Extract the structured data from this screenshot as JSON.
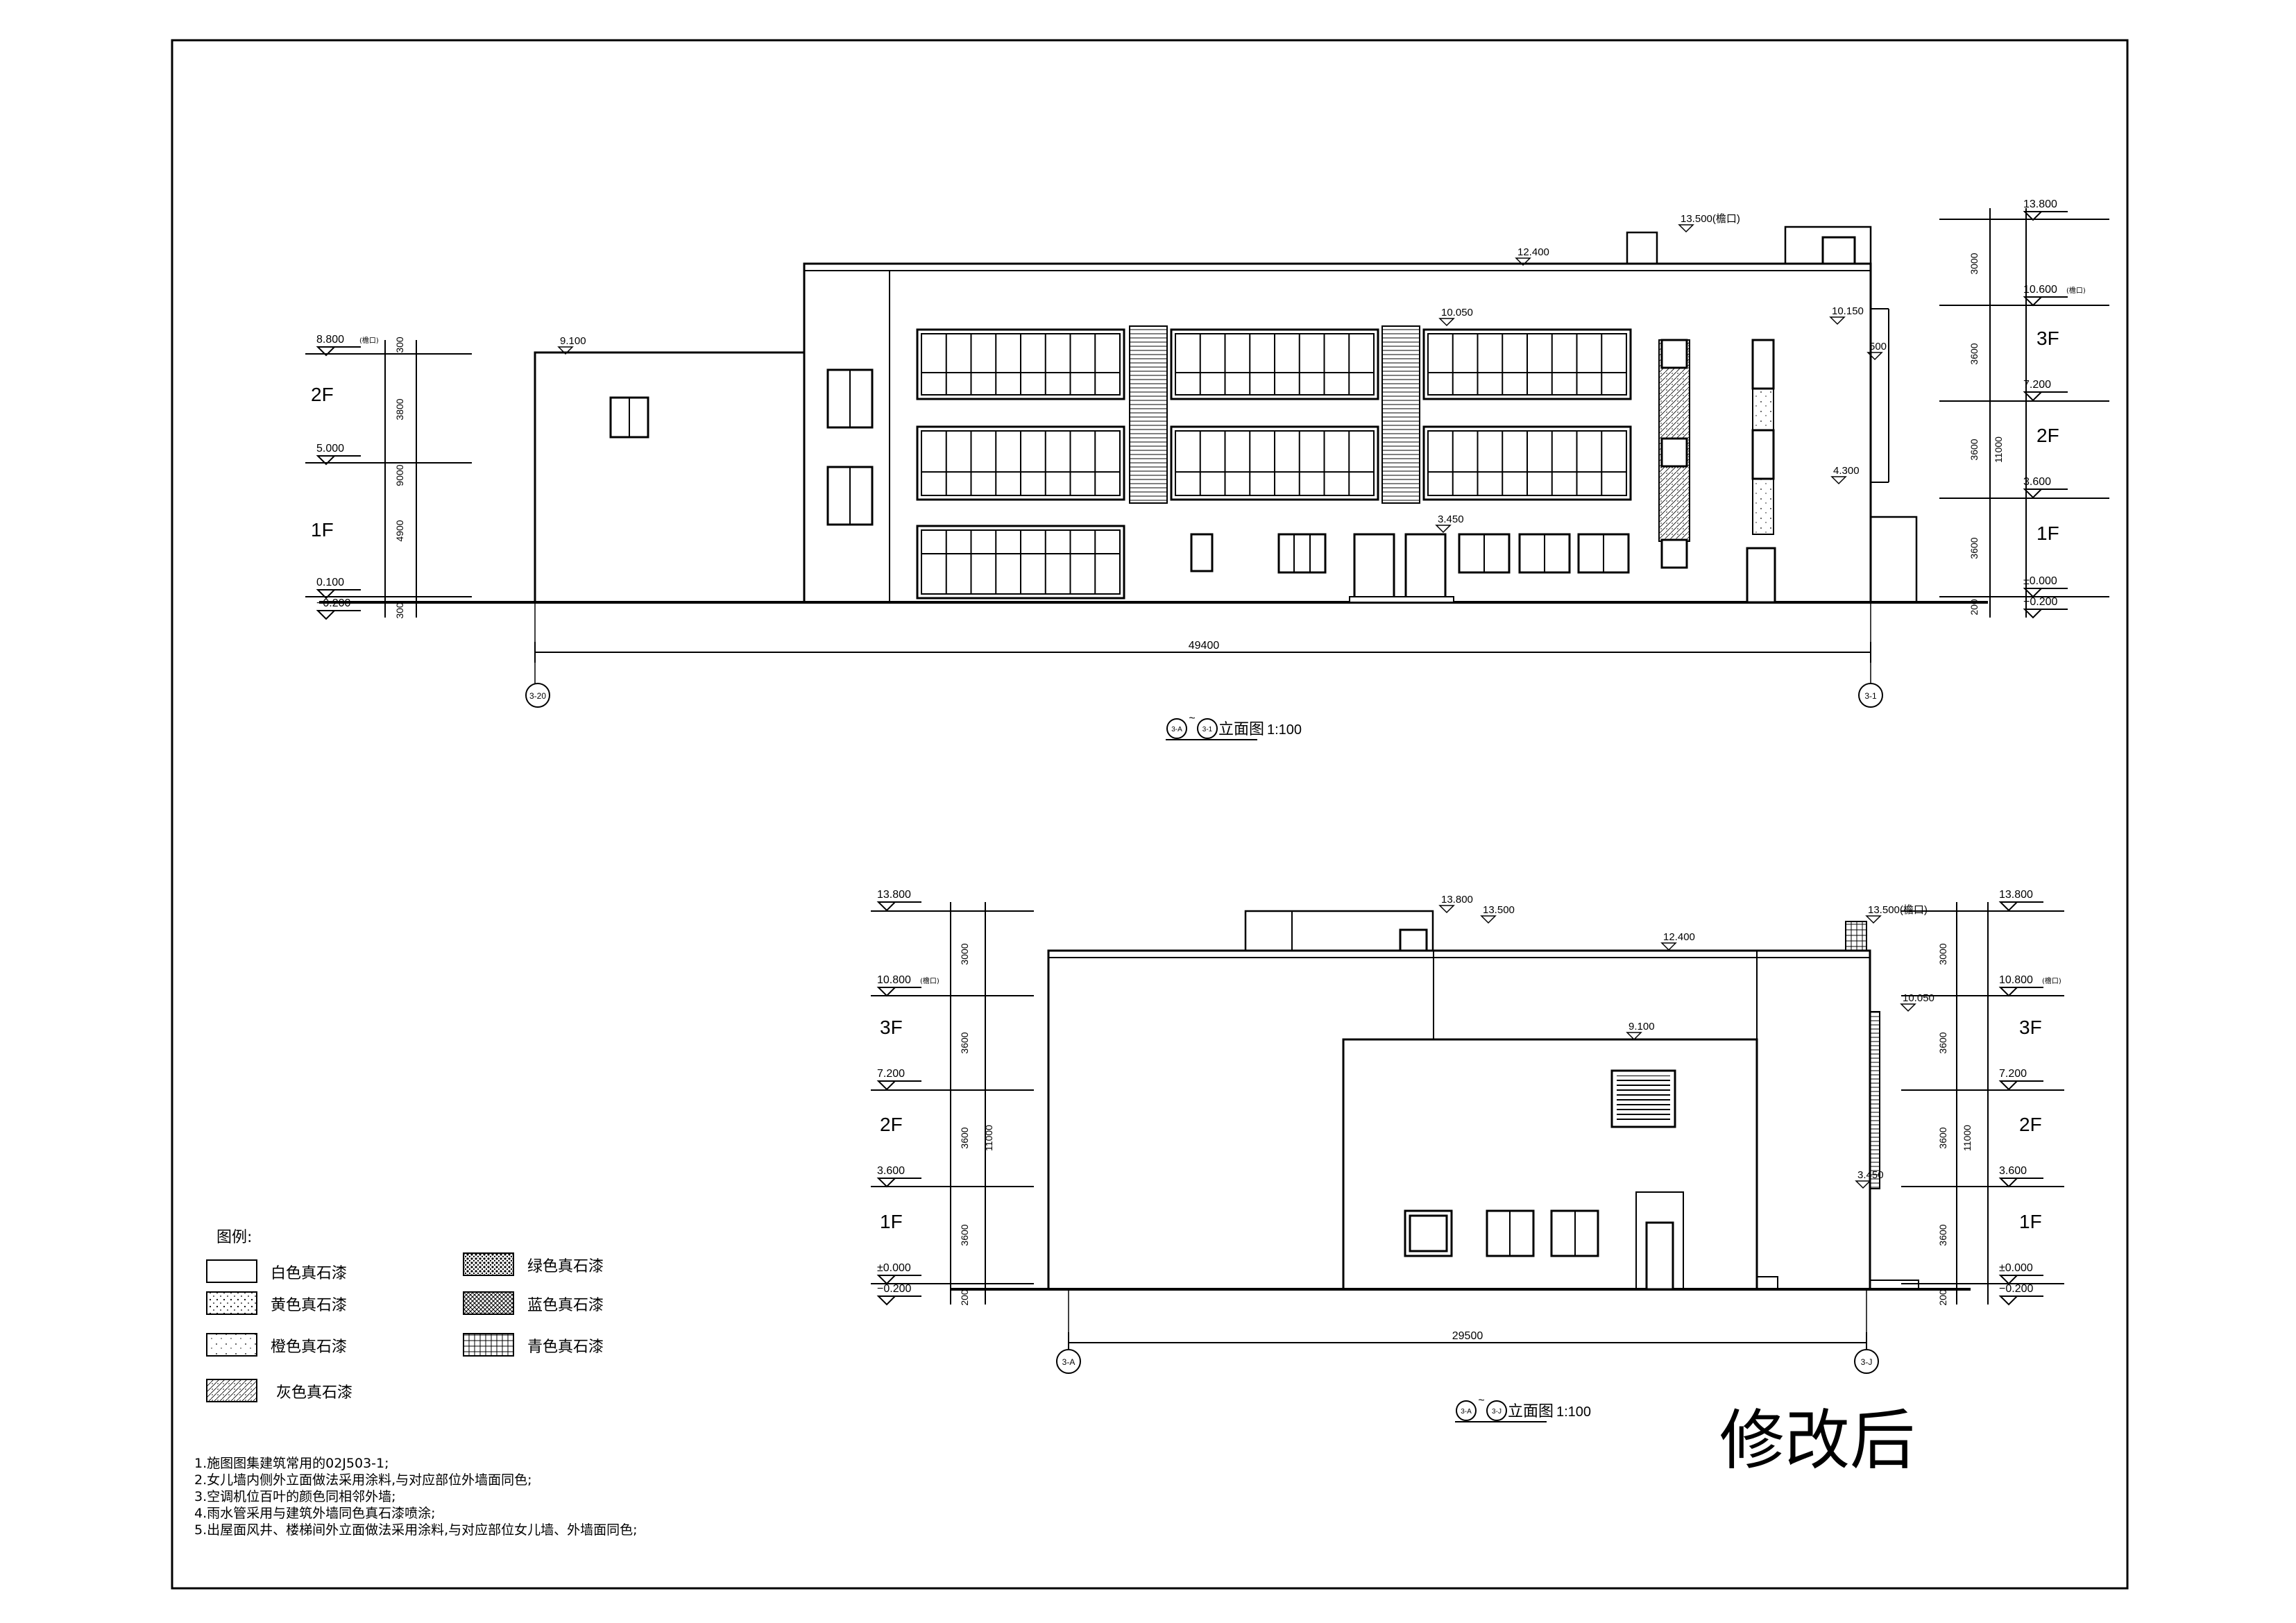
{
  "stamp": "修改后",
  "upper_elevation": {
    "title_circle_a": "3-A",
    "title_circle_b": "3-1",
    "title_text": "立面图",
    "scale": "1:100",
    "overall_dimension": "49400",
    "left_axis": "3-20",
    "right_axis": "3-1",
    "left_levels": [
      {
        "value": "8.800",
        "note": "(檐口)"
      },
      {
        "value": "5.000",
        "note": ""
      },
      {
        "value": "0.100",
        "note": ""
      },
      {
        "value": "−0.200",
        "note": ""
      }
    ],
    "left_floors": [
      "2F",
      "1F"
    ],
    "left_dims": [
      "300",
      "3800",
      "9000",
      "4900",
      "300"
    ],
    "right_levels": [
      {
        "value": "13.800",
        "note": ""
      },
      {
        "value": "10.600",
        "note": "(檐口)"
      },
      {
        "value": "7.200",
        "note": ""
      },
      {
        "value": "3.600",
        "note": ""
      },
      {
        "value": "±0.000",
        "note": ""
      },
      {
        "value": "−0.200",
        "note": ""
      }
    ],
    "right_floors": [
      "3F",
      "2F",
      "1F"
    ],
    "right_dims": [
      "3000",
      "3600",
      "11000",
      "3600",
      "3600",
      "200"
    ],
    "inner_marks": [
      "9.100",
      "12.400",
      "13.500(檐口)",
      "10.050",
      "10.150",
      "500",
      "4.300",
      "3.450"
    ]
  },
  "lower_elevation": {
    "title_circle_a": "3-A",
    "title_circle_b": "3-J",
    "title_text": "立面图",
    "scale": "1:100",
    "overall_dimension": "29500",
    "left_axis": "3-A",
    "right_axis": "3-J",
    "left_levels": [
      {
        "value": "13.800",
        "note": ""
      },
      {
        "value": "10.800",
        "note": "(檐口)"
      },
      {
        "value": "7.200",
        "note": ""
      },
      {
        "value": "3.600",
        "note": ""
      },
      {
        "value": "±0.000",
        "note": ""
      },
      {
        "value": "−0.200",
        "note": ""
      }
    ],
    "left_floors": [
      "3F",
      "2F",
      "1F"
    ],
    "left_dims": [
      "3000",
      "3600",
      "11000",
      "3600",
      "3600",
      "200"
    ],
    "right_levels": [
      {
        "value": "13.800",
        "note": ""
      },
      {
        "value": "10.800",
        "note": "(檐口)"
      },
      {
        "value": "7.200",
        "note": ""
      },
      {
        "value": "3.600",
        "note": ""
      },
      {
        "value": "±0.000",
        "note": ""
      },
      {
        "value": "−0.200",
        "note": ""
      }
    ],
    "right_floors": [
      "3F",
      "2F",
      "1F"
    ],
    "right_dims": [
      "3000",
      "3600",
      "11000",
      "3600",
      "3600",
      "200"
    ],
    "inner_marks": [
      "13.800",
      "13.500",
      "12.400",
      "13.500(檐口)",
      "9.100",
      "10.050",
      "3.450"
    ]
  },
  "legend": {
    "title": "图例:",
    "items": [
      {
        "label": "白色真石漆",
        "pattern": "white"
      },
      {
        "label": "黄色真石漆",
        "pattern": "yellow"
      },
      {
        "label": "橙色真石漆",
        "pattern": "orange"
      },
      {
        "label": "灰色真石漆",
        "pattern": "gray"
      },
      {
        "label": "绿色真石漆",
        "pattern": "green"
      },
      {
        "label": "蓝色真石漆",
        "pattern": "blue"
      },
      {
        "label": "青色真石漆",
        "pattern": "cyan"
      }
    ]
  },
  "notes": [
    "1.施图图集建筑常用的02J503-1;",
    "2.女儿墙内侧外立面做法采用涂料,与对应部位外墙面同色;",
    "3.空调机位百叶的颜色同相邻外墙;",
    "4.雨水管采用与建筑外墙同色真石漆喷涂;",
    "5.出屋面风井、楼梯间外立面做法采用涂料,与对应部位女儿墙、外墙面同色;"
  ]
}
